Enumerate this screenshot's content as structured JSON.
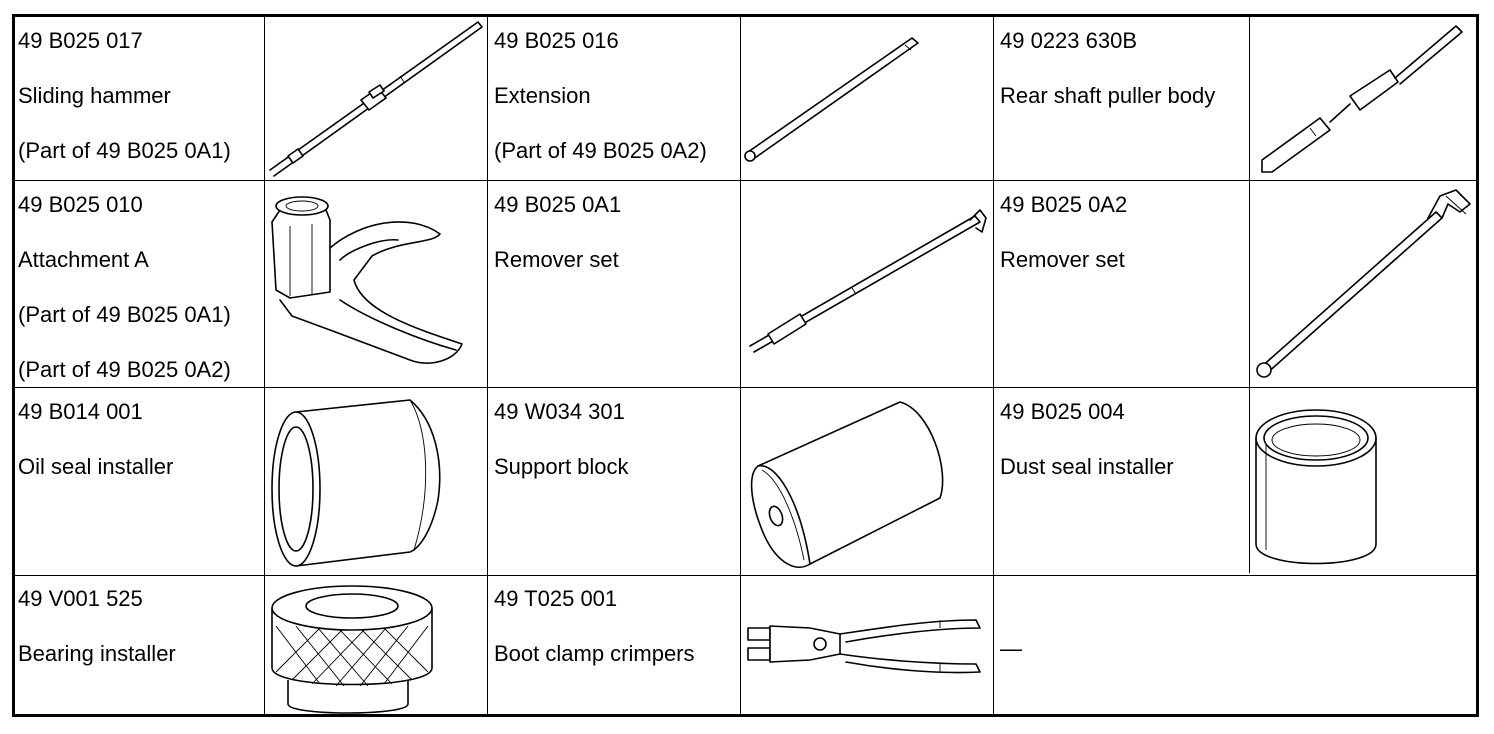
{
  "table": {
    "rows": [
      [
        {
          "lines": [
            "49 B025 017",
            "Sliding hammer",
            "(Part of 49 B025 0A1)"
          ],
          "illustration": "sliding-hammer-drawing"
        },
        {
          "lines": [
            "49 B025 016",
            "Extension",
            "(Part of 49 B025 0A2)"
          ],
          "illustration": "extension-drawing"
        },
        {
          "lines": [
            "49 0223 630B",
            "Rear shaft puller body"
          ],
          "illustration": "rear-shaft-puller-body-drawing"
        }
      ],
      [
        {
          "lines": [
            "49 B025 010",
            "Attachment A",
            "(Part of 49 B025 0A1)",
            "(Part of 49 B025 0A2)"
          ],
          "illustration": "attachment-a-drawing"
        },
        {
          "lines": [
            "49 B025 0A1",
            "Remover set"
          ],
          "illustration": "remover-set-0a1-drawing"
        },
        {
          "lines": [
            "49 B025 0A2",
            "Remover set"
          ],
          "illustration": "remover-set-0a2-drawing"
        }
      ],
      [
        {
          "lines": [
            "49 B014 001",
            "Oil seal installer"
          ],
          "illustration": "oil-seal-installer-drawing"
        },
        {
          "lines": [
            "49 W034 301",
            "Support block"
          ],
          "illustration": "support-block-drawing"
        },
        {
          "lines": [
            "49 B025 004",
            "Dust seal installer"
          ],
          "illustration": "dust-seal-installer-drawing"
        }
      ],
      [
        {
          "lines": [
            "49 V001 525",
            "Bearing installer"
          ],
          "illustration": "bearing-installer-drawing"
        },
        {
          "lines": [
            "49 T025 001",
            "Boot clamp crimpers"
          ],
          "illustration": "boot-clamp-crimpers-drawing"
        },
        {
          "lines": [
            "—"
          ],
          "illustration": ""
        }
      ]
    ]
  }
}
